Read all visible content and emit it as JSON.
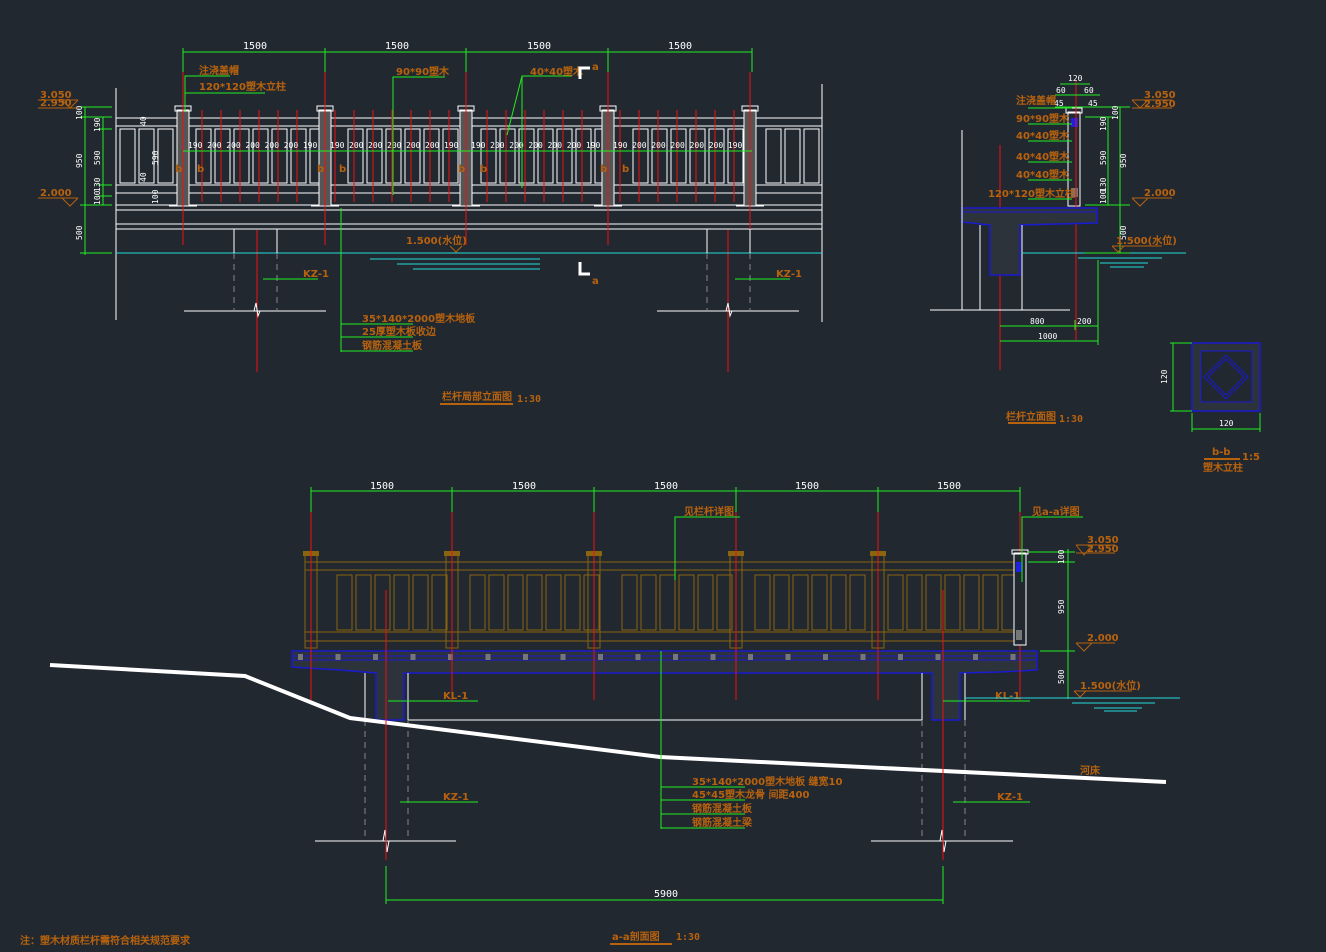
{
  "drawing": {
    "background": "#212830",
    "colors": {
      "dimension": "#22ee22",
      "annotation": "#b8620e",
      "centerline": "#ee1111",
      "outline": "#ffffff",
      "concrete": "#1a1ad0",
      "water": "#22dddd",
      "wood": "#8b6410"
    }
  },
  "top_elevation": {
    "title": "栏杆局部立面图",
    "scale": "1:30",
    "spans": [
      "1500",
      "1500",
      "1500",
      "1500"
    ],
    "spacing_labels": [
      "190",
      "200",
      "200",
      "200",
      "200",
      "200",
      "190",
      "190",
      "200",
      "200",
      "200",
      "200",
      "200",
      "190",
      "190",
      "200",
      "200",
      "200",
      "200",
      "200",
      "190",
      "190",
      "200",
      "200",
      "200",
      "200",
      "200",
      "190"
    ],
    "vertical_dims": [
      "100",
      "950",
      "500"
    ],
    "inner_dims": [
      "190",
      "590",
      "100",
      "130"
    ],
    "small_dims": [
      "40",
      "590",
      "40",
      "100"
    ],
    "elevations": [
      "3.050",
      "2.950",
      "2.000"
    ],
    "water_level": "1.500(水位)",
    "labels": {
      "cap": "注浇盖帽",
      "post": "120*120塑木立柱",
      "rail90": "90*90塑木",
      "rail40": "40*40塑木",
      "deck": "35*140*2000塑木地板",
      "edge": "25厚塑木板收边",
      "slab": "钢筋混凝土板",
      "pile_left": "KZ-1",
      "pile_right": "KZ-1",
      "section_mark": "a",
      "b_mark": "b"
    }
  },
  "side_elevation": {
    "title": "栏杆立面图",
    "scale": "1:30",
    "top_dims": [
      "120",
      "60",
      "60",
      "45",
      "45"
    ],
    "labels": [
      "注浇盖帽",
      "90*90塑木",
      "40*40塑木",
      "40*40塑木",
      "40*40塑木",
      "120*120塑木立柱"
    ],
    "vertical_dims": [
      "100",
      "190",
      "590",
      "100",
      "130",
      "950",
      "500"
    ],
    "elevations": [
      "3.050",
      "2.950",
      "2.000"
    ],
    "water_level": "1.500(水位)",
    "bottom_dims": [
      "800",
      "200",
      "1000"
    ]
  },
  "post_section": {
    "title": "塑木立柱",
    "mark": "b-b",
    "scale": "1:5",
    "width": "120",
    "height": "120"
  },
  "bottom_section": {
    "title": "a-a剖面图",
    "scale": "1:30",
    "spans": [
      "1500",
      "1500",
      "1500",
      "1500",
      "1500"
    ],
    "total_span": "5900",
    "vertical_dims": [
      "100",
      "950",
      "500"
    ],
    "elevations": [
      "3.050",
      "2.950",
      "2.000"
    ],
    "water_level": "1.500(水位)",
    "riverbed": "河床",
    "labels": {
      "railing_ref": "见栏杆详图",
      "aa_ref": "见a-a详图",
      "beam_left": "KL-1",
      "beam_right": "KL-1",
      "pile_left": "KZ-1",
      "pile_right": "KZ-1",
      "deck": "35*140*2000塑木地板  缝宽10",
      "joist": "45*45塑木龙骨  间距400",
      "slab": "钢筋混凝土板",
      "beam": "钢筋混凝土梁"
    }
  },
  "note": "注：塑木材质栏杆需符合相关规范要求"
}
